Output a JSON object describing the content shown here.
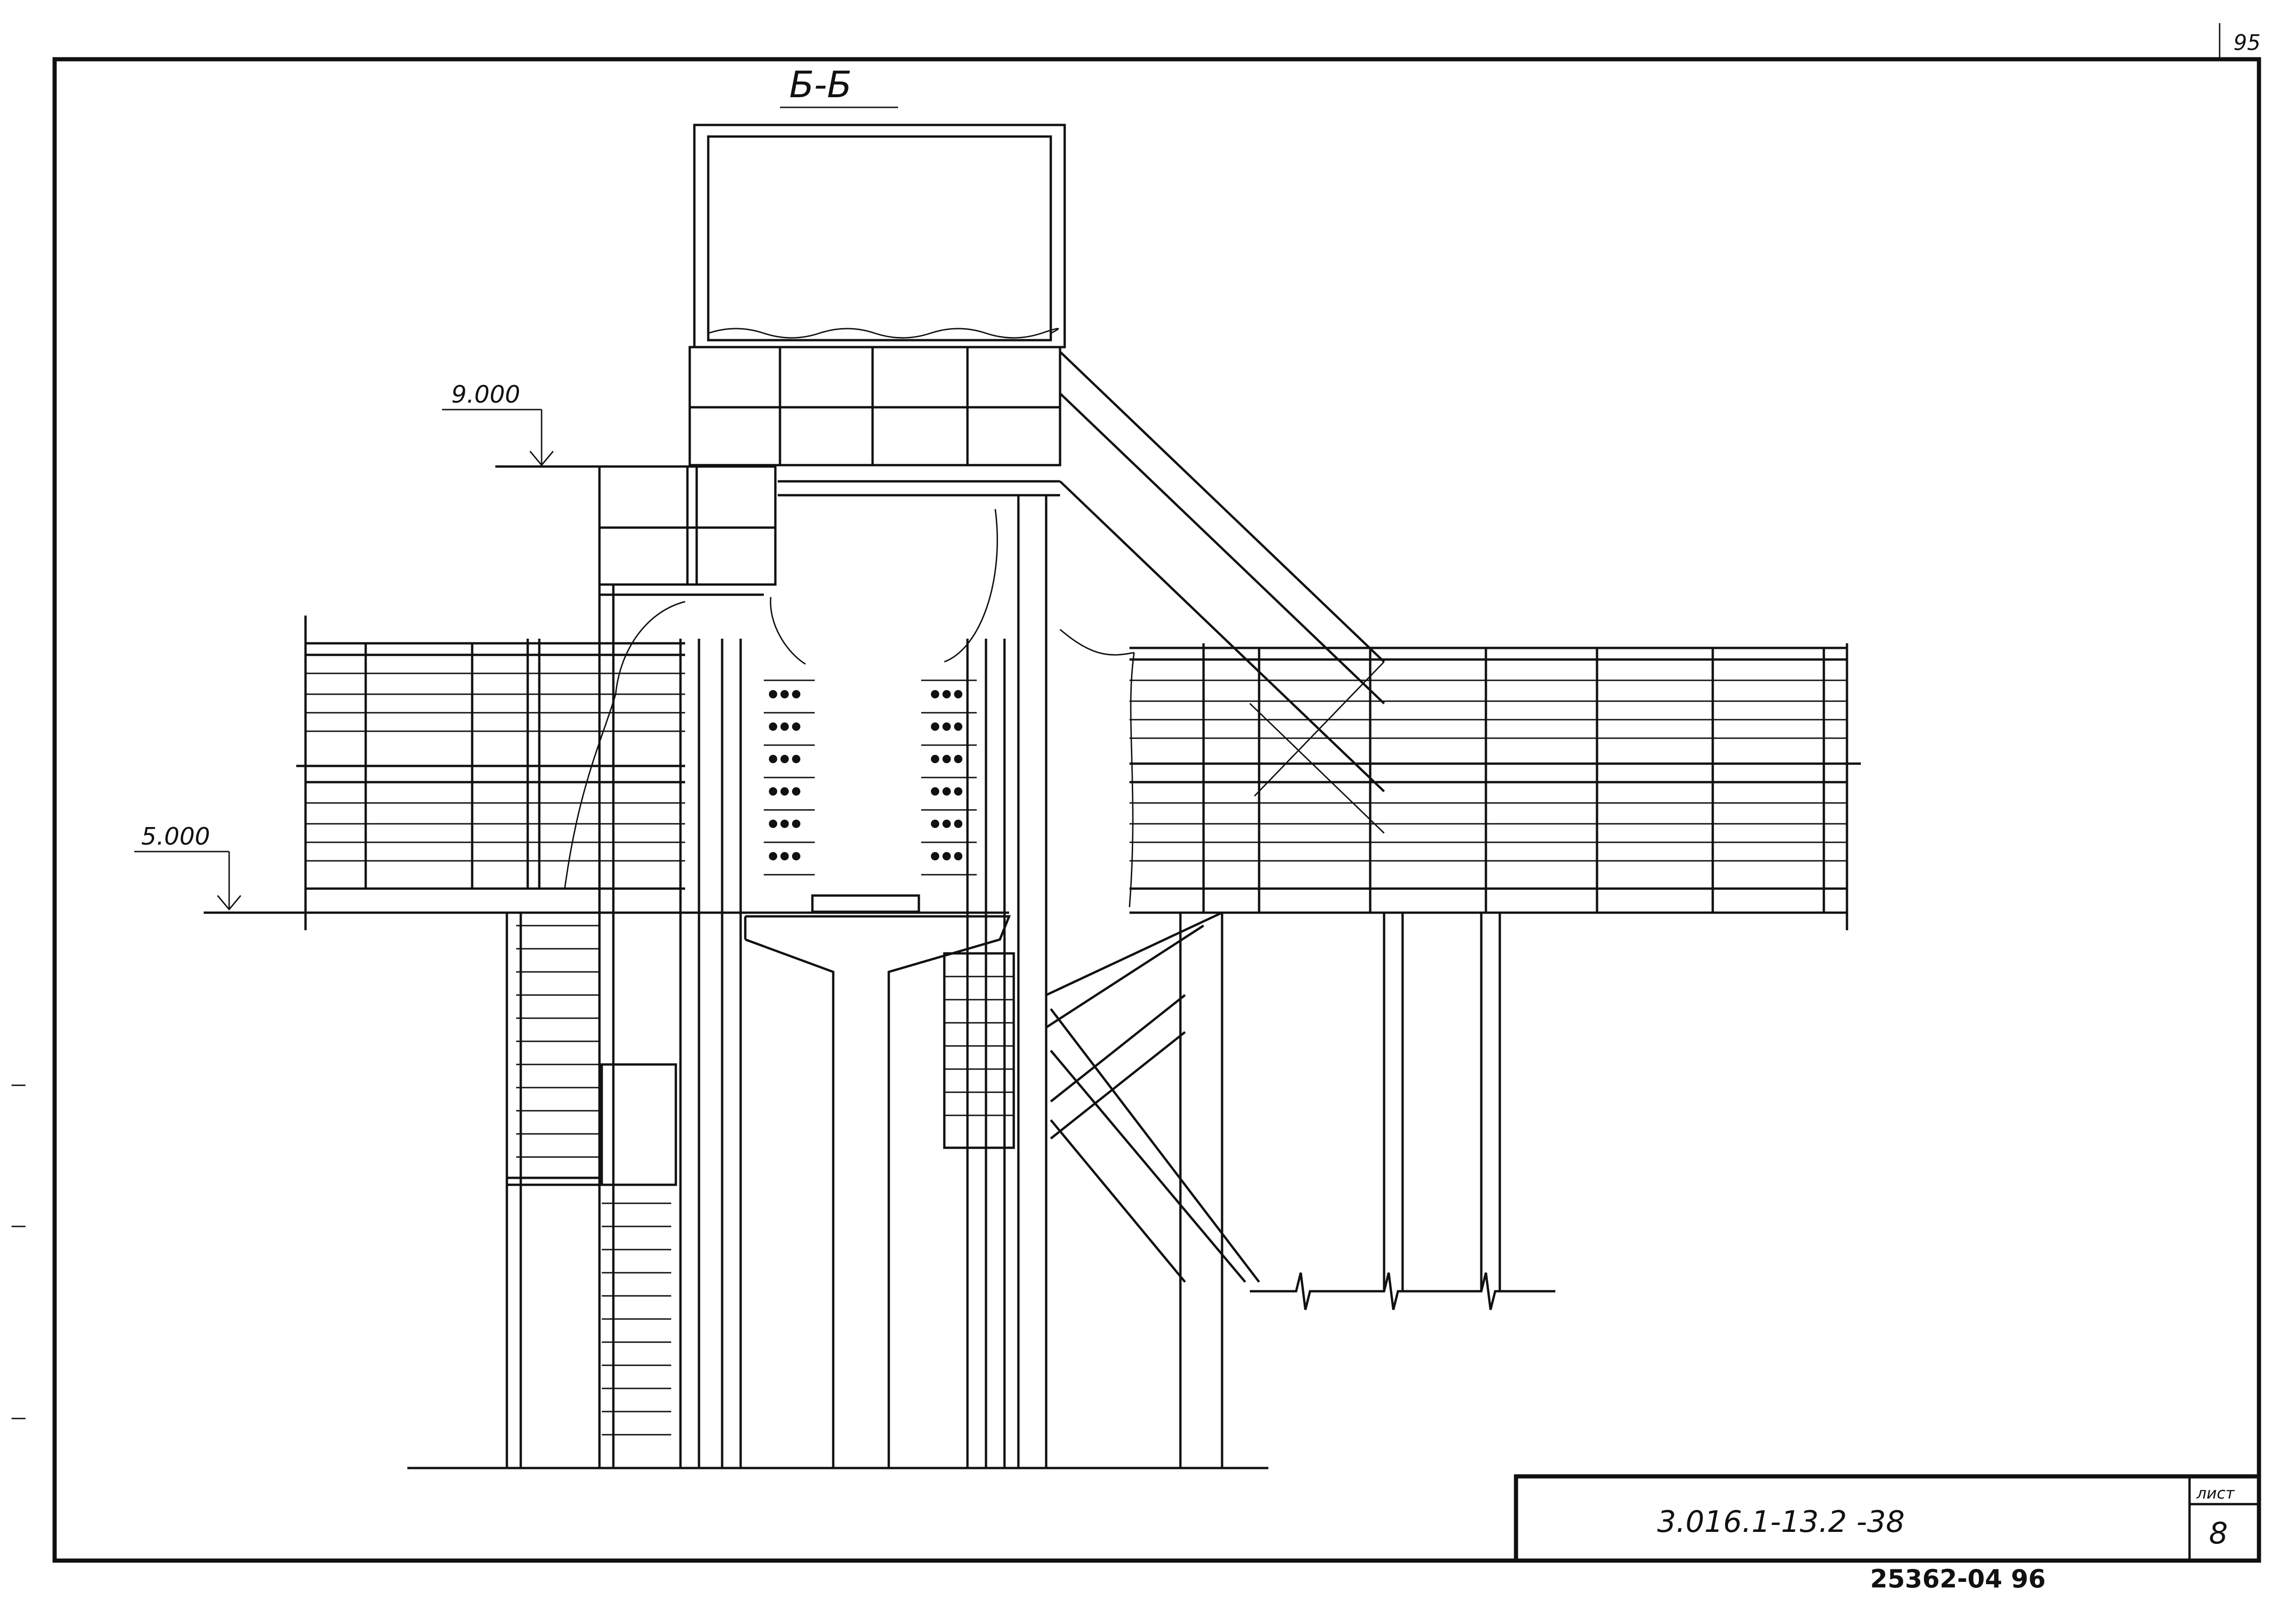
{
  "sheet": {
    "corner_number": "95",
    "bottom_number": "25362-04  96"
  },
  "section": {
    "label": "Б-Б"
  },
  "elevations": [
    {
      "label": "9.000"
    },
    {
      "label": "5.000"
    }
  ],
  "title_block": {
    "designation": "3.016.1-13.2   -38",
    "sheet_label": "лист",
    "sheet_value": "8"
  }
}
